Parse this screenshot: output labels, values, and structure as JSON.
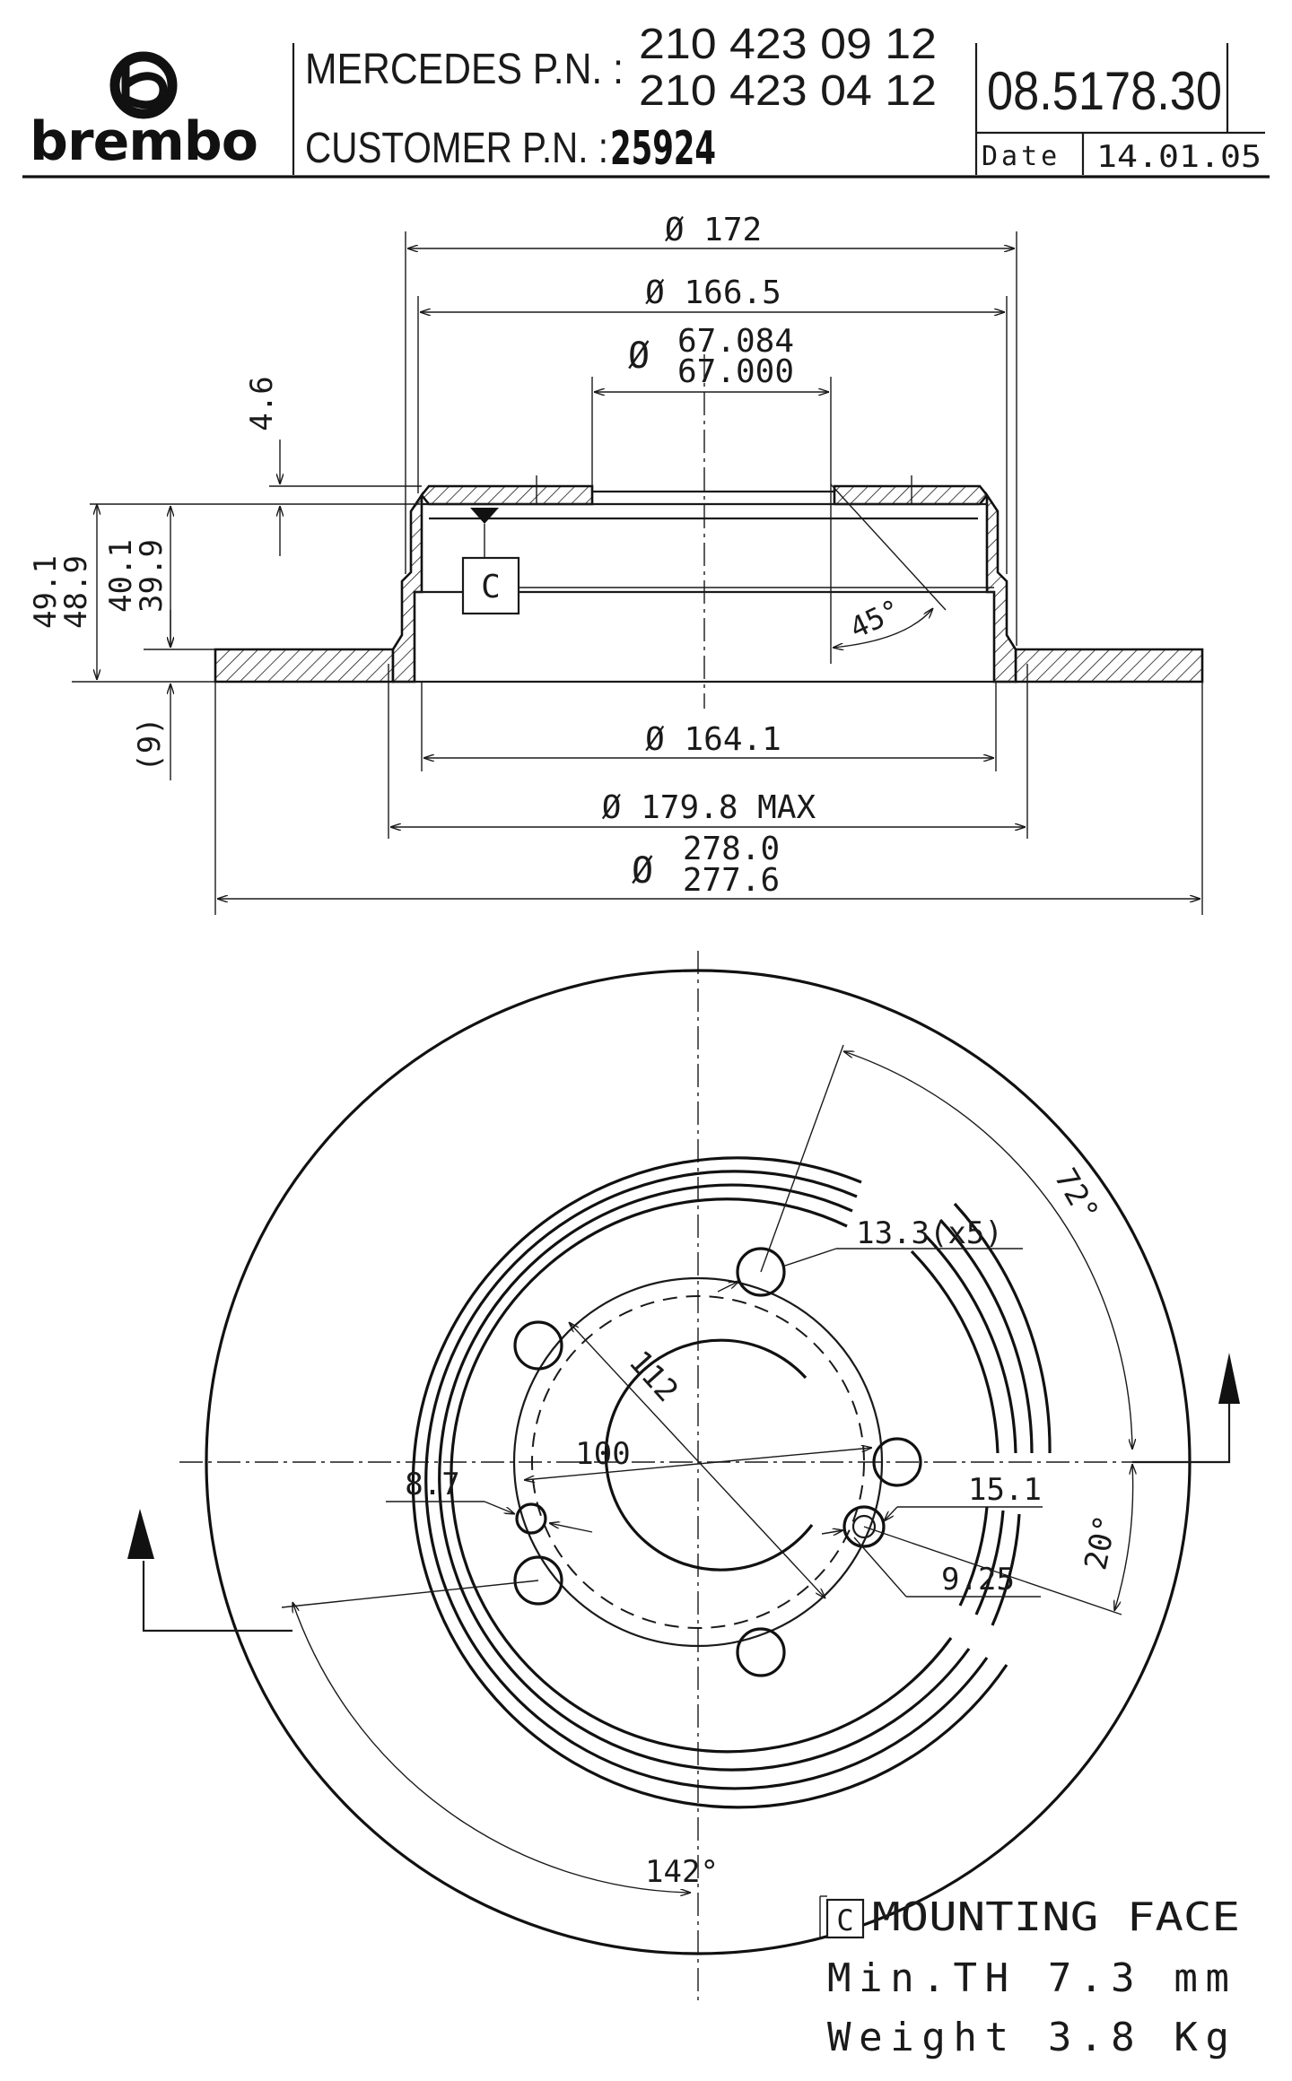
{
  "title_block": {
    "brand": "brembo",
    "mercedes_label": "MERCEDES P.N. :",
    "mercedes_pn_1": "210 423 09 12",
    "mercedes_pn_2": "210 423 04 12",
    "customer_label": "CUSTOMER P.N. :",
    "customer_pn": "25924",
    "part_number": "08.5178.30",
    "date_label": "Date",
    "date_value": "14.01.05"
  },
  "section_view": {
    "dia_172": "Ø 172",
    "dia_166_5": "Ø 166.5",
    "dia_sym": "Ø",
    "dia_67_084": "67.084",
    "dia_67_000": "67.000",
    "dim_4_6": "4.6",
    "dim_49_1": "49.1",
    "dim_48_9": "48.9",
    "dim_40_1": "40.1",
    "dim_39_9": "39.9",
    "dim_9": "(9)",
    "datum_c": "C",
    "angle_45": "45°",
    "dia_164_1": "Ø 164.1",
    "dia_179_8": "Ø 179.8 MAX",
    "dia_278_0": "278.0",
    "dia_277_6": "277.6"
  },
  "face_view": {
    "hole_13_3": "13.3(x5)",
    "angle_72": "72°",
    "dim_112": "112",
    "dim_100": "100",
    "dim_8_7": "8.7",
    "dim_15_1": "15.1",
    "angle_20": "20°",
    "dim_9_25": "9.25",
    "angle_142": "142°"
  },
  "notes": {
    "datum_c": "C",
    "mounting_face": "MOUNTING FACE",
    "min_th": "Min.TH 7.3 mm",
    "weight": "Weight 3.8 Kg"
  }
}
